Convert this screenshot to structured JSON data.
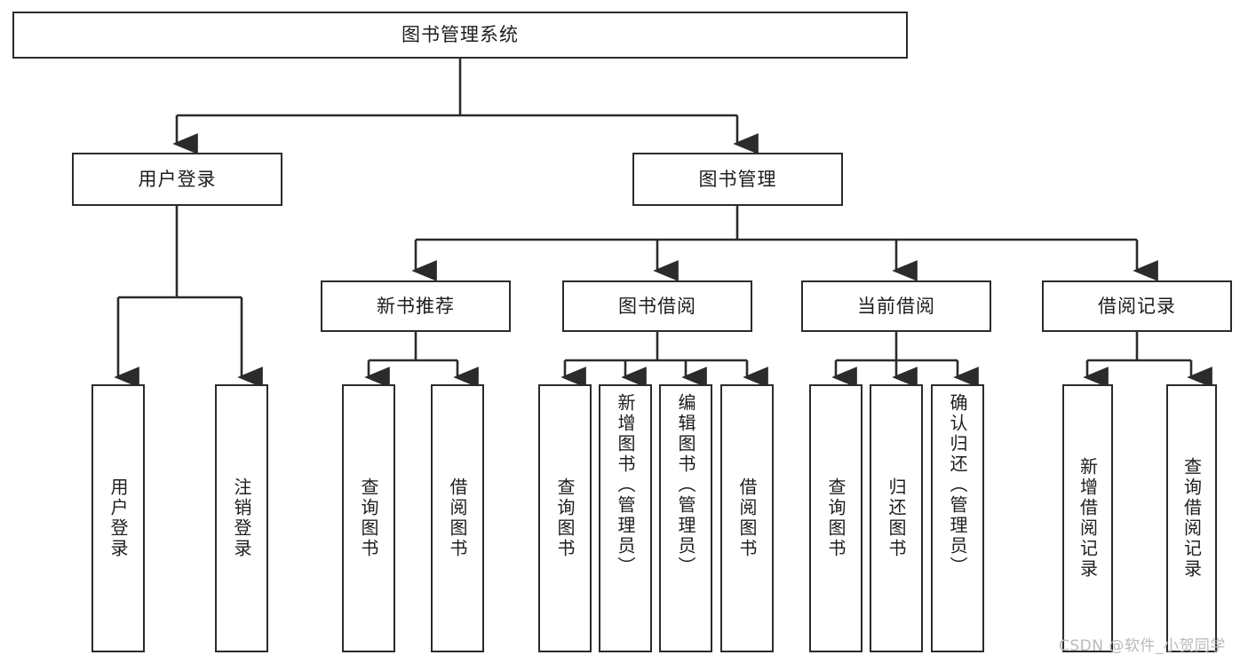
{
  "diagram": {
    "type": "tree",
    "title": "图书管理系统",
    "root": {
      "label": "图书管理系统"
    },
    "level1": [
      {
        "label": "用户登录"
      },
      {
        "label": "图书管理"
      }
    ],
    "level2": [
      {
        "label": "新书推荐"
      },
      {
        "label": "图书借阅"
      },
      {
        "label": "当前借阅"
      },
      {
        "label": "借阅记录"
      }
    ],
    "leaves": {
      "user_login": [
        {
          "label": "用户登录"
        },
        {
          "label": "注销登录"
        }
      ],
      "new_book_recommend": [
        {
          "label": "查询图书"
        },
        {
          "label": "借阅图书"
        }
      ],
      "book_borrow": [
        {
          "label": "查询图书"
        },
        {
          "label": "新增图书（管理员）"
        },
        {
          "label": "编辑图书（管理员）"
        },
        {
          "label": "借阅图书"
        }
      ],
      "current_borrow": [
        {
          "label": "查询图书"
        },
        {
          "label": "归还图书"
        },
        {
          "label": "确认归还（管理员）"
        }
      ],
      "borrow_record": [
        {
          "label": "新增借阅记录"
        },
        {
          "label": "查询借阅记录"
        }
      ]
    },
    "colors": {
      "stroke": "#2b2b2b",
      "fill": "#ffffff",
      "text": "#1d1d1d",
      "watermark": "#b9b9b9"
    }
  },
  "watermark": {
    "text": "CSDN @软件_小贺同学"
  }
}
